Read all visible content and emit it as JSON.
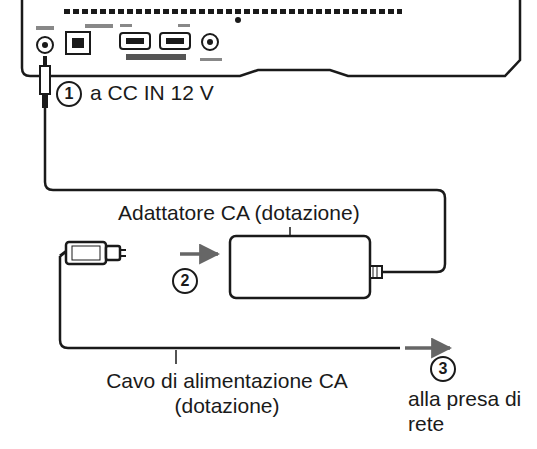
{
  "diagram": {
    "labels": [
      "1",
      "a CC IN 12 V",
      "Adattatore CA (dotazione)",
      "2",
      "Cavo di alimentazione CA (dotazione)",
      "3",
      "alla presa di rete"
    ]
  }
}
